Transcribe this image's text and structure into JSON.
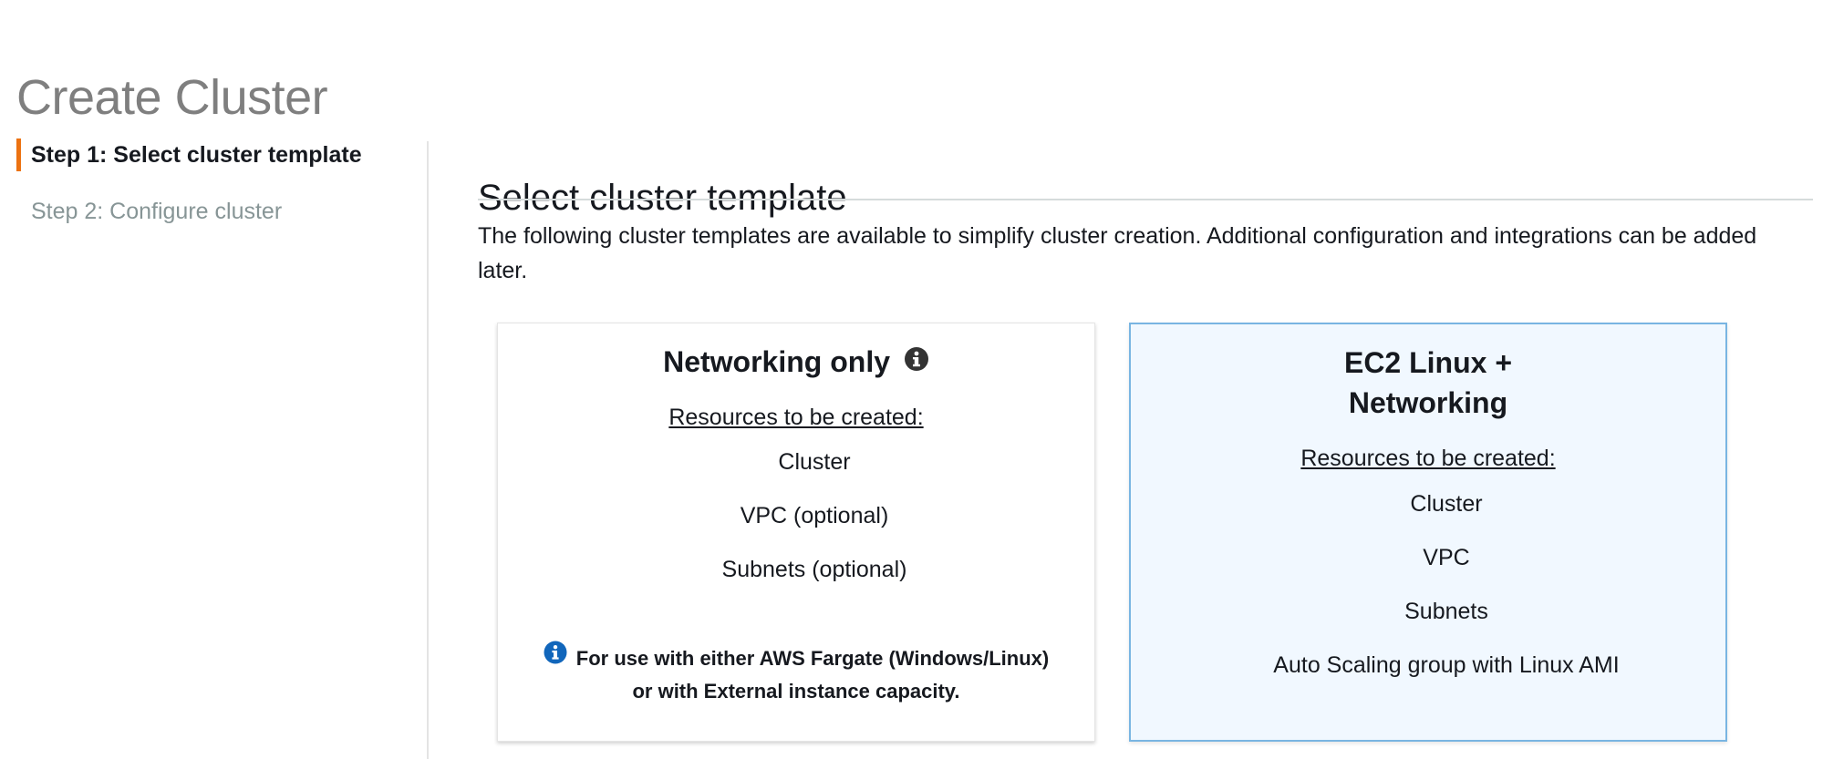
{
  "page": {
    "title": "Create Cluster"
  },
  "wizard": {
    "steps": [
      {
        "label": "Step 1: Select cluster template",
        "active": true
      },
      {
        "label": "Step 2: Configure cluster",
        "active": false
      }
    ]
  },
  "main": {
    "section_title": "Select cluster template",
    "description": "The following cluster templates are available to simplify cluster creation. Additional configuration and integrations can be added later.",
    "templates": [
      {
        "title": "Networking only",
        "resources_heading": "Resources to be created:",
        "resources": [
          "Cluster",
          "VPC (optional)",
          "Subnets (optional)"
        ],
        "note_line1": "For use with either AWS Fargate (Windows/Linux)",
        "note_line2": "or with External instance capacity.",
        "selected": false
      },
      {
        "title_line1": "EC2 Linux +",
        "title_line2": "Networking",
        "resources_heading": "Resources to be created:",
        "resources": [
          "Cluster",
          "VPC",
          "Subnets",
          "Auto Scaling group with Linux AMI"
        ],
        "selected": true
      }
    ]
  },
  "colors": {
    "accent_active_step": "#ec7211",
    "selected_card_bg": "#f1f8ff",
    "selected_card_border": "#79b5e2",
    "info_icon_dark": "#333333",
    "info_icon_blue": "#0073bb",
    "inactive_text": "#879596"
  },
  "icons": {
    "title_info": "info-icon",
    "note_info": "info-icon"
  }
}
